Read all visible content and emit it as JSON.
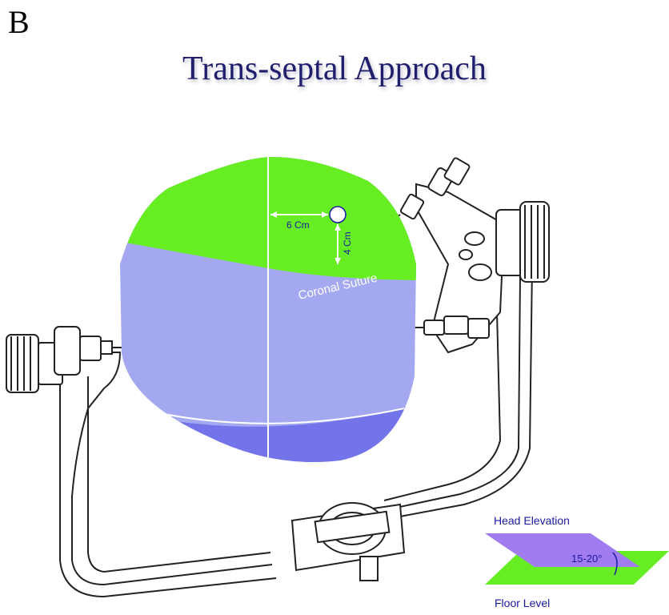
{
  "panel_label": "B",
  "title": "Trans-septal Approach",
  "skull": {
    "horizontal_measure": "6 Cm",
    "vertical_measure": "4 Cm",
    "suture_label": "Coronal Suture"
  },
  "angle_inset": {
    "top_label": "Head Elevation",
    "angle_label": "15-20°",
    "bottom_label": "Floor Level"
  },
  "colors": {
    "frontal": "#66ee22",
    "parietal": "#a3a8f0",
    "occipital": "#7373ea",
    "title": "#1f1f6e",
    "inset_head": "#a07cf0",
    "inset_floor": "#66ee22",
    "label_blue": "#1a1aa0"
  }
}
